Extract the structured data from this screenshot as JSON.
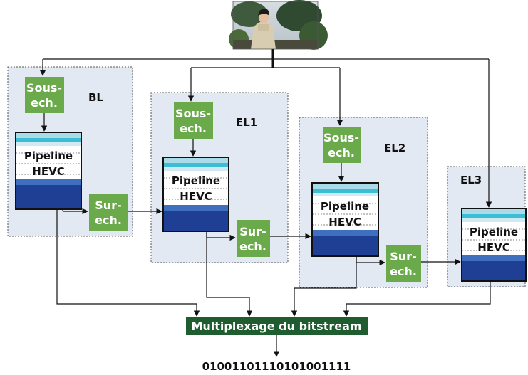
{
  "layers": [
    {
      "id": "BL",
      "label": "BL",
      "down": {
        "line1": "Sous-",
        "line2": "ech."
      },
      "pipeline": {
        "line1": "Pipeline",
        "line2": "HEVC"
      },
      "up": {
        "line1": "Sur-",
        "line2": "ech."
      }
    },
    {
      "id": "EL1",
      "label": "EL1",
      "down": {
        "line1": "Sous-",
        "line2": "ech."
      },
      "pipeline": {
        "line1": "Pipeline",
        "line2": "HEVC"
      },
      "up": {
        "line1": "Sur-",
        "line2": "ech."
      }
    },
    {
      "id": "EL2",
      "label": "EL2",
      "down": {
        "line1": "Sous-",
        "line2": "ech."
      },
      "pipeline": {
        "line1": "Pipeline",
        "line2": "HEVC"
      },
      "up": {
        "line1": "Sur-",
        "line2": "ech."
      }
    },
    {
      "id": "EL3",
      "label": "EL3",
      "pipeline": {
        "line1": "Pipeline",
        "line2": "HEVC"
      }
    }
  ],
  "multiplexer": {
    "label": "Multiplexage du bitstream"
  },
  "bitstream": {
    "value": "01001101110101001111"
  },
  "colors": {
    "layer_bg": "#e3e9f3",
    "resample_green": "#6aaa4a",
    "multiplexer_green": "#1f5c2f",
    "pipeline_dark": "#1f3f95",
    "pipeline_light": "#a9dce8"
  }
}
